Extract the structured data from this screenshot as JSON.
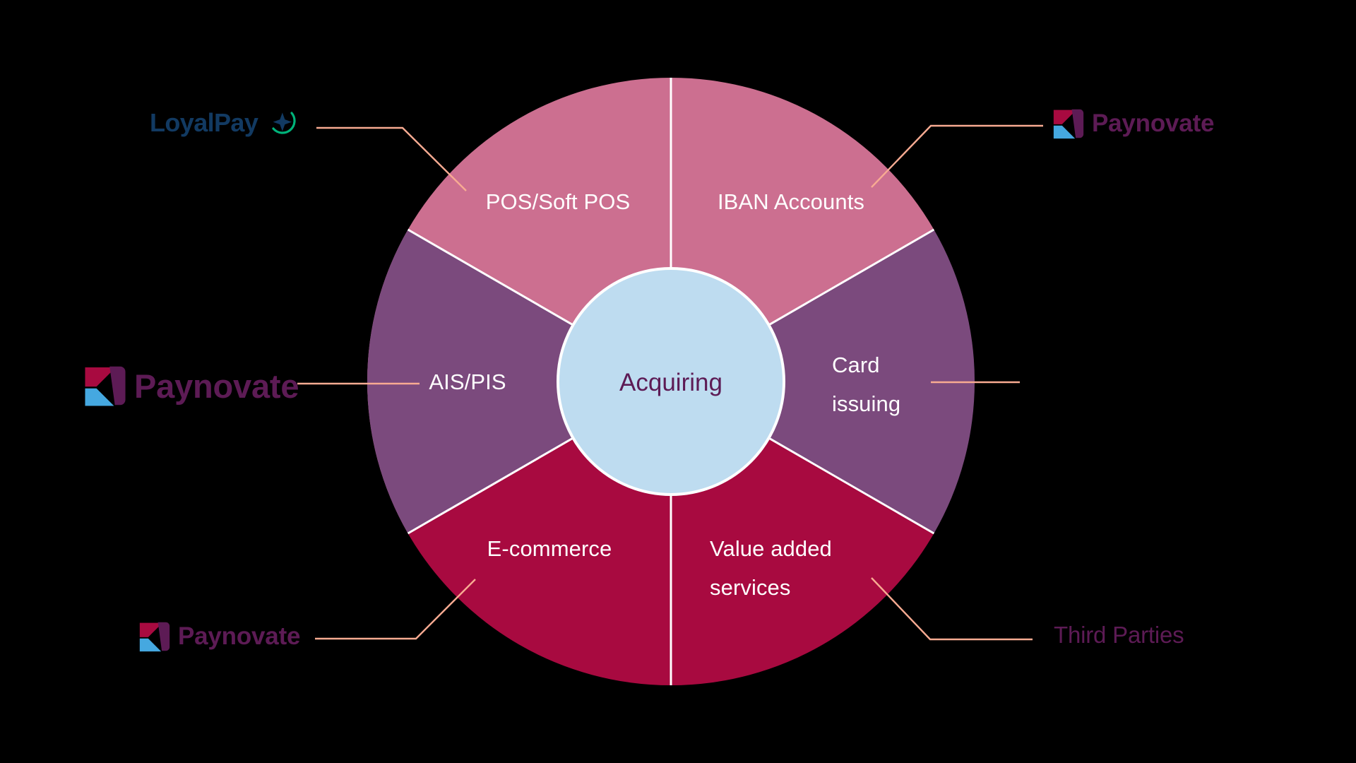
{
  "diagram": {
    "title": "Acquiring services wheel",
    "center": {
      "label": "Acquiring",
      "fill": "#bedcf0",
      "text_color": "#5d1b55"
    },
    "colors": {
      "background": "#000000",
      "pink": "#cc6f90",
      "purple": "#7b4a7d",
      "crimson": "#a80a40",
      "center_blue": "#bedcf0",
      "divider": "#ffffff",
      "connector": "#f8ab92",
      "brand_purple": "#5d1b55",
      "brand_crimson": "#a80a40",
      "brand_blue": "#45a8e0",
      "loyalpay_navy": "#123a62",
      "loyalpay_green": "#00b37a"
    },
    "segments": [
      {
        "id": "pos-soft-pos",
        "label": "POS/Soft POS",
        "lines": [
          "POS/Soft POS"
        ],
        "fill": "#cc6f90",
        "start_deg": 90,
        "end_deg": 150
      },
      {
        "id": "iban-accounts",
        "label": "IBAN Accounts",
        "lines": [
          "IBAN Accounts"
        ],
        "fill": "#cc6f90",
        "start_deg": 30,
        "end_deg": 90
      },
      {
        "id": "card-issuing",
        "label": "Card issuing",
        "lines": [
          "Card",
          "issuing"
        ],
        "fill": "#7b4a7d",
        "start_deg": 330,
        "end_deg": 30
      },
      {
        "id": "value-added-services",
        "label": "Value added services",
        "lines": [
          "Value added",
          "services"
        ],
        "fill": "#a80a40",
        "start_deg": 270,
        "end_deg": 330
      },
      {
        "id": "e-commerce",
        "label": "E-commerce",
        "lines": [
          "E-commerce"
        ],
        "fill": "#a80a40",
        "start_deg": 210,
        "end_deg": 270
      },
      {
        "id": "ais-pis",
        "label": "AIS/PIS",
        "lines": [
          "AIS/PIS"
        ],
        "fill": "#7b4a7d",
        "start_deg": 150,
        "end_deg": 210
      }
    ],
    "external_labels": [
      {
        "id": "loyalpay-top-left",
        "kind": "logo-loyalpay",
        "text": "LoyalPay",
        "connects_to": "pos-soft-pos"
      },
      {
        "id": "paynovate-top-right",
        "kind": "logo-paynovate",
        "text": "Paynovate",
        "connects_to": "iban-accounts"
      },
      {
        "id": "paynovate-mid-left",
        "kind": "logo-paynovate",
        "text": "Paynovate",
        "connects_to": "ais-pis"
      },
      {
        "id": "paynovate-bottom-left",
        "kind": "logo-paynovate",
        "text": "Paynovate",
        "connects_to": "e-commerce"
      },
      {
        "id": "third-parties",
        "kind": "text",
        "text": "Third Parties",
        "connects_to": "value-added-services"
      },
      {
        "id": "card-issuing-connector",
        "kind": "none",
        "text": "",
        "connects_to": "card-issuing"
      }
    ]
  }
}
